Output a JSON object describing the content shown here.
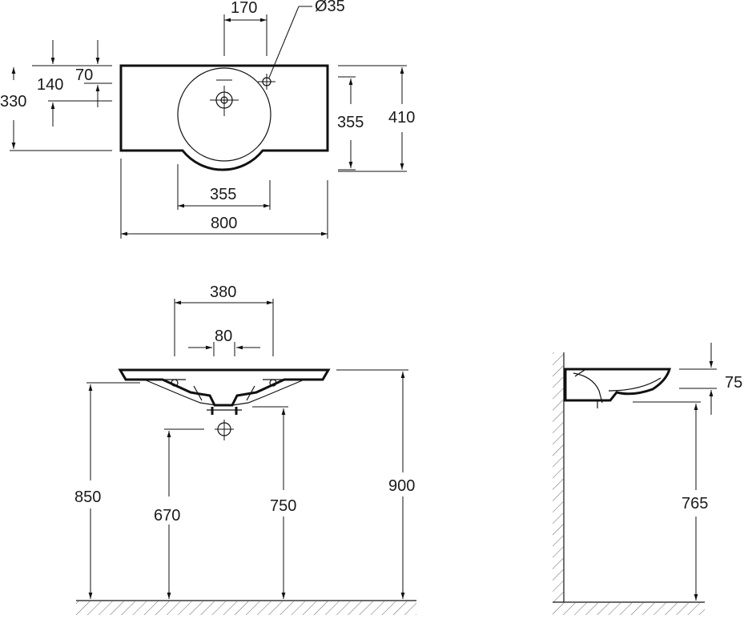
{
  "top_view": {
    "dim_170": "170",
    "dim_dia35": "Ø35",
    "dim_140": "140",
    "dim_70": "70",
    "dim_330": "330",
    "dim_355_right": "355",
    "dim_410": "410",
    "dim_355_bottom": "355",
    "dim_800": "800"
  },
  "front_view": {
    "dim_380": "380",
    "dim_80": "80",
    "dim_850": "850",
    "dim_670": "670",
    "dim_750": "750",
    "dim_900": "900"
  },
  "side_view": {
    "dim_75": "75",
    "dim_765": "765"
  }
}
